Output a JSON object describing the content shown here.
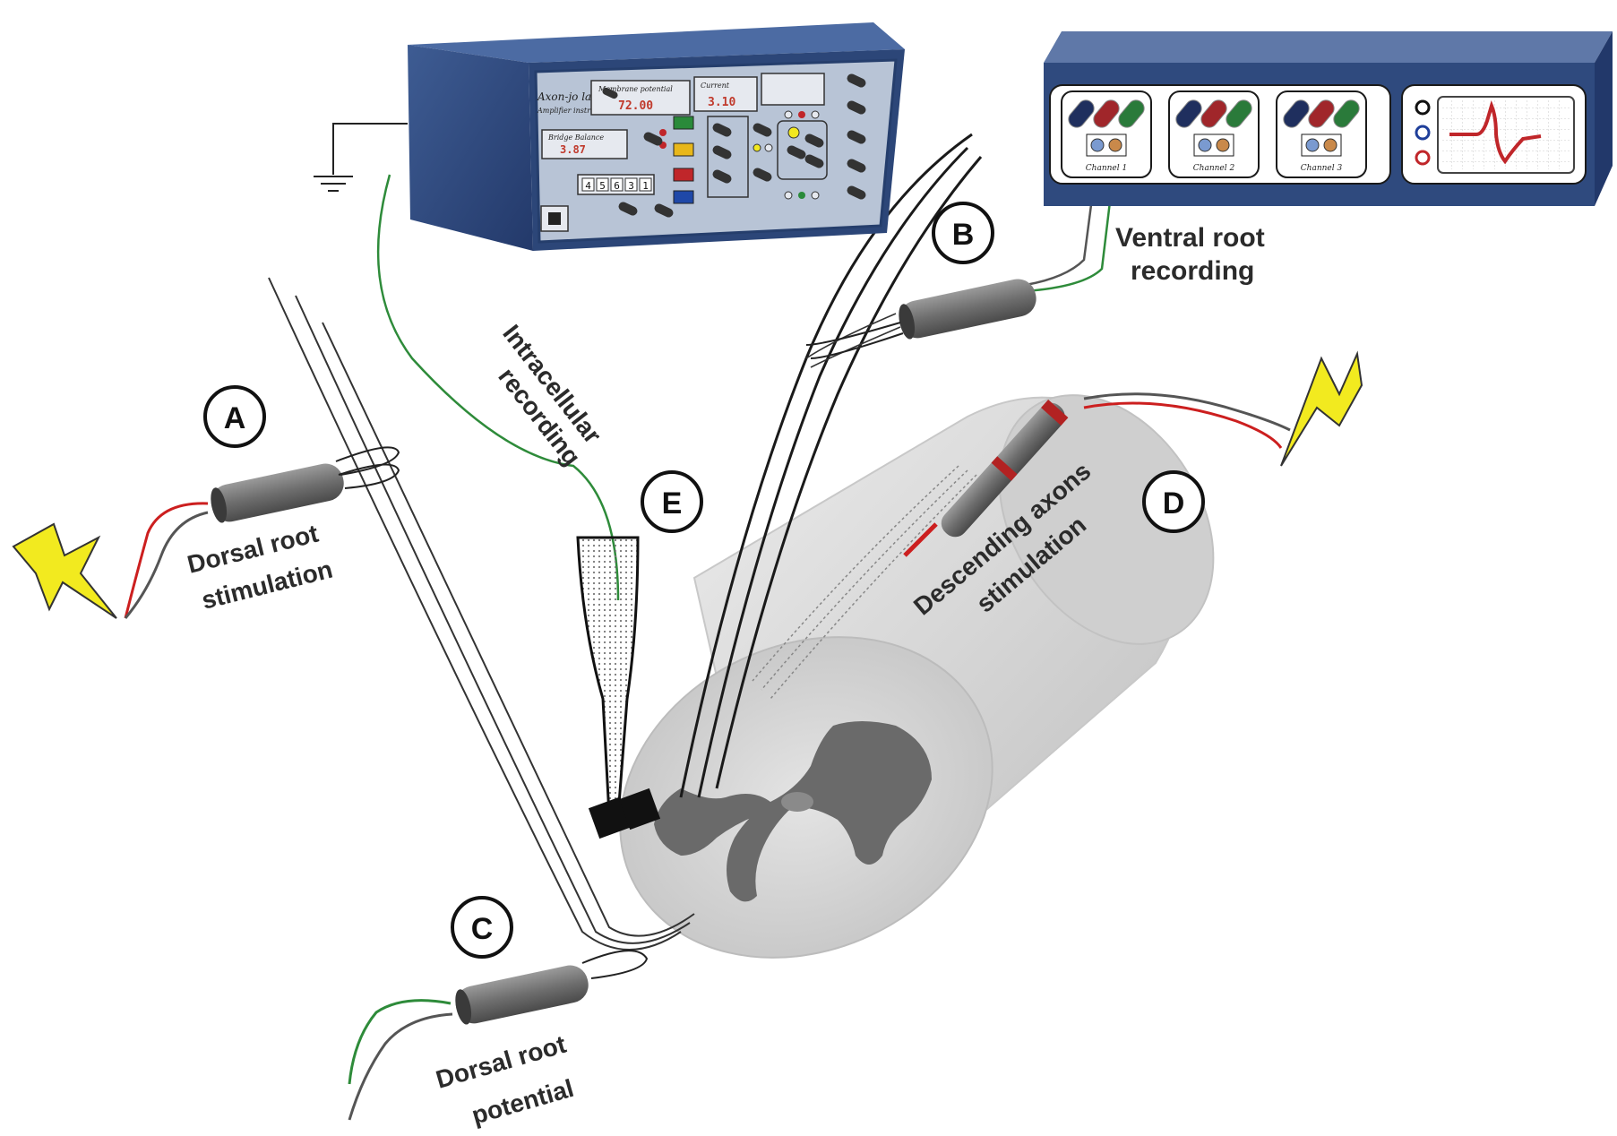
{
  "labels": {
    "a": "A",
    "b": "B",
    "c": "C",
    "d": "D",
    "e": "E",
    "dorsal_stim_1": "Dorsal root",
    "dorsal_stim_2": "stimulation",
    "ventral_1": "Ventral root",
    "ventral_2": "recording",
    "intracell_1": "Intracellular",
    "intracell_2": "recording",
    "descending_1": "Descending axons",
    "descending_2": "stimulation",
    "drp_1": "Dorsal root",
    "drp_2": "potential"
  },
  "amplifier": {
    "brand_1": "Axon-jo labor",
    "brand_2": "Amplifier instrumnt",
    "panel1_caption": "Membrane potential",
    "panel1_value": "72.00",
    "panel2_caption": "Current",
    "panel2_value": "3.10",
    "panel3_caption": "Bridge Balance",
    "panel3_value": "3.87",
    "counter_digits": [
      "4",
      "5",
      "6",
      "3",
      "1"
    ]
  },
  "recorder": {
    "channels": [
      "Channel 1",
      "Channel 2",
      "Channel 3"
    ]
  },
  "colors": {
    "panel_blue": "#2f4a7e",
    "wire_red": "#cc1f1f",
    "wire_green": "#2e8b3a",
    "wire_grey": "#555555",
    "bolt_yellow": "#f2ea1f",
    "cord_grey": "#d9d9d9",
    "grey_matter": "#666666"
  },
  "icons": [
    "lightning-bolt-icon",
    "ground-symbol-icon",
    "oscilloscope-trace-icon"
  ]
}
